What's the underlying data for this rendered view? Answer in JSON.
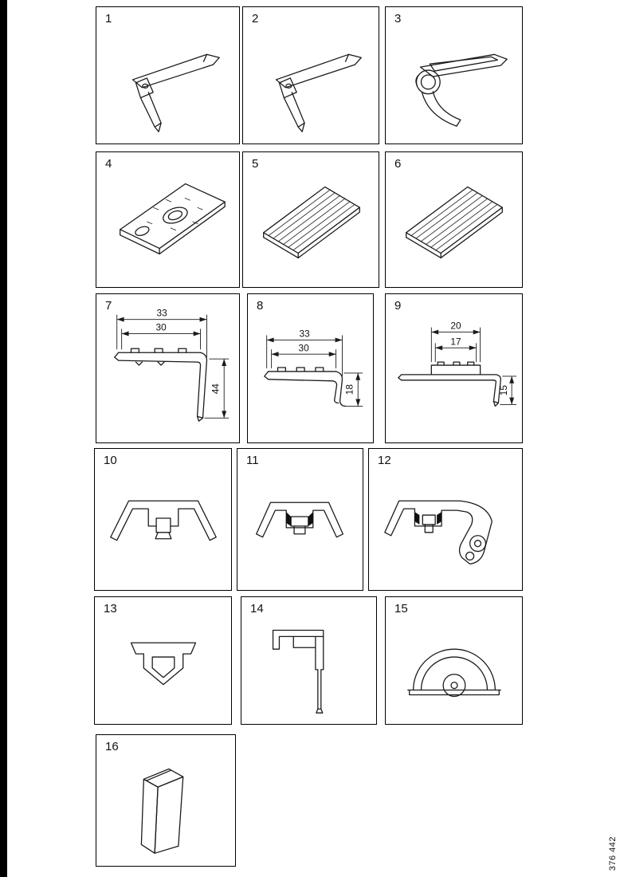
{
  "figure": {
    "code": "376 442"
  },
  "colors": {
    "line": "#1a1a1a",
    "border": "#000000",
    "background": "#ffffff",
    "binding_bar": "#000000"
  },
  "cells": [
    {
      "label": "1",
      "drawing": "corner-trim-profile"
    },
    {
      "label": "2",
      "drawing": "corner-trim-profile"
    },
    {
      "label": "3",
      "drawing": "corner-trim-profile-with-bulb"
    },
    {
      "label": "4",
      "drawing": "tread-plate-with-oval-hole"
    },
    {
      "label": "5",
      "drawing": "ribbed-mat"
    },
    {
      "label": "6",
      "drawing": "ribbed-mat"
    },
    {
      "label": "7",
      "drawing": "step-edge-profile-section",
      "dims": {
        "outer": "33",
        "inner": "30",
        "height": "44"
      }
    },
    {
      "label": "8",
      "drawing": "step-edge-profile-section",
      "dims": {
        "outer": "33",
        "inner": "30",
        "height": "18"
      }
    },
    {
      "label": "9",
      "drawing": "step-edge-profile-section",
      "dims": {
        "outer": "20",
        "inner": "17",
        "height": "15"
      }
    },
    {
      "label": "10",
      "drawing": "channel-profile-section"
    },
    {
      "label": "11",
      "drawing": "channel-profile-with-seals"
    },
    {
      "label": "12",
      "drawing": "channel-profile-with-end-bracket"
    },
    {
      "label": "13",
      "drawing": "arrow-profile-section"
    },
    {
      "label": "14",
      "drawing": "hook-profile-section"
    },
    {
      "label": "15",
      "drawing": "half-round-disc"
    },
    {
      "label": "16",
      "drawing": "end-cap-block"
    }
  ]
}
